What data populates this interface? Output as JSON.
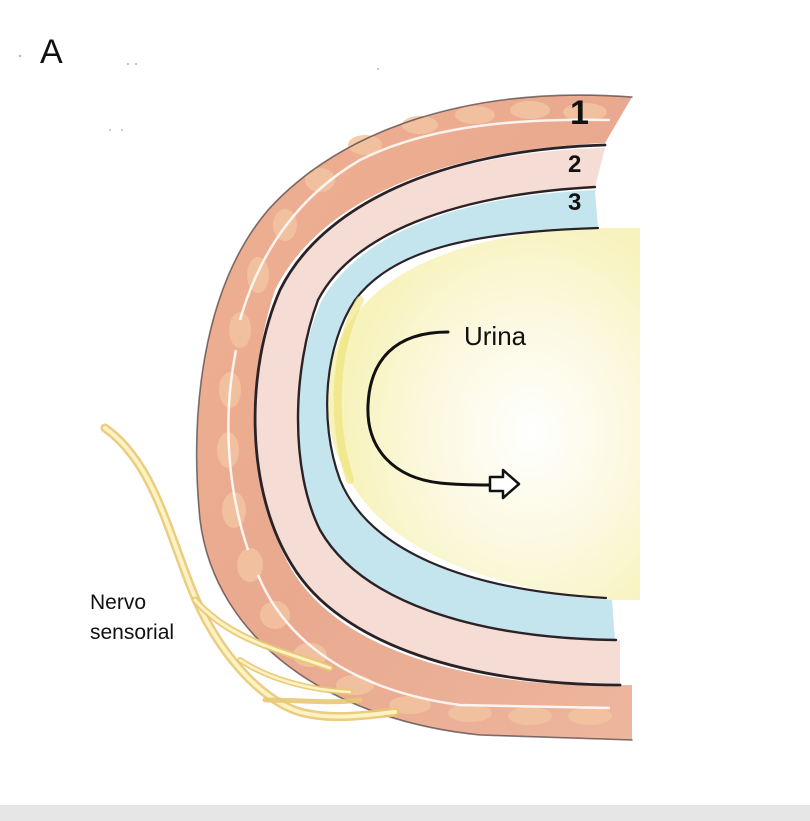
{
  "panel_label": "A",
  "layers": [
    {
      "number": "1"
    },
    {
      "number": "2"
    },
    {
      "number": "3"
    }
  ],
  "labels": {
    "urine": "Urina",
    "nerve_line1": "Nervo",
    "nerve_line2": "sensorial"
  },
  "colors": {
    "outer_muscle_layer": "#e9a07a",
    "middle_layer": "#f2d2c8",
    "inner_mucosa": "#a9d8e6",
    "lumen_tint": "#f5efa8",
    "nerve": "#f0dc8c",
    "outline": "#2b2227"
  },
  "icons": [
    "curved-flow-arrow-icon"
  ]
}
